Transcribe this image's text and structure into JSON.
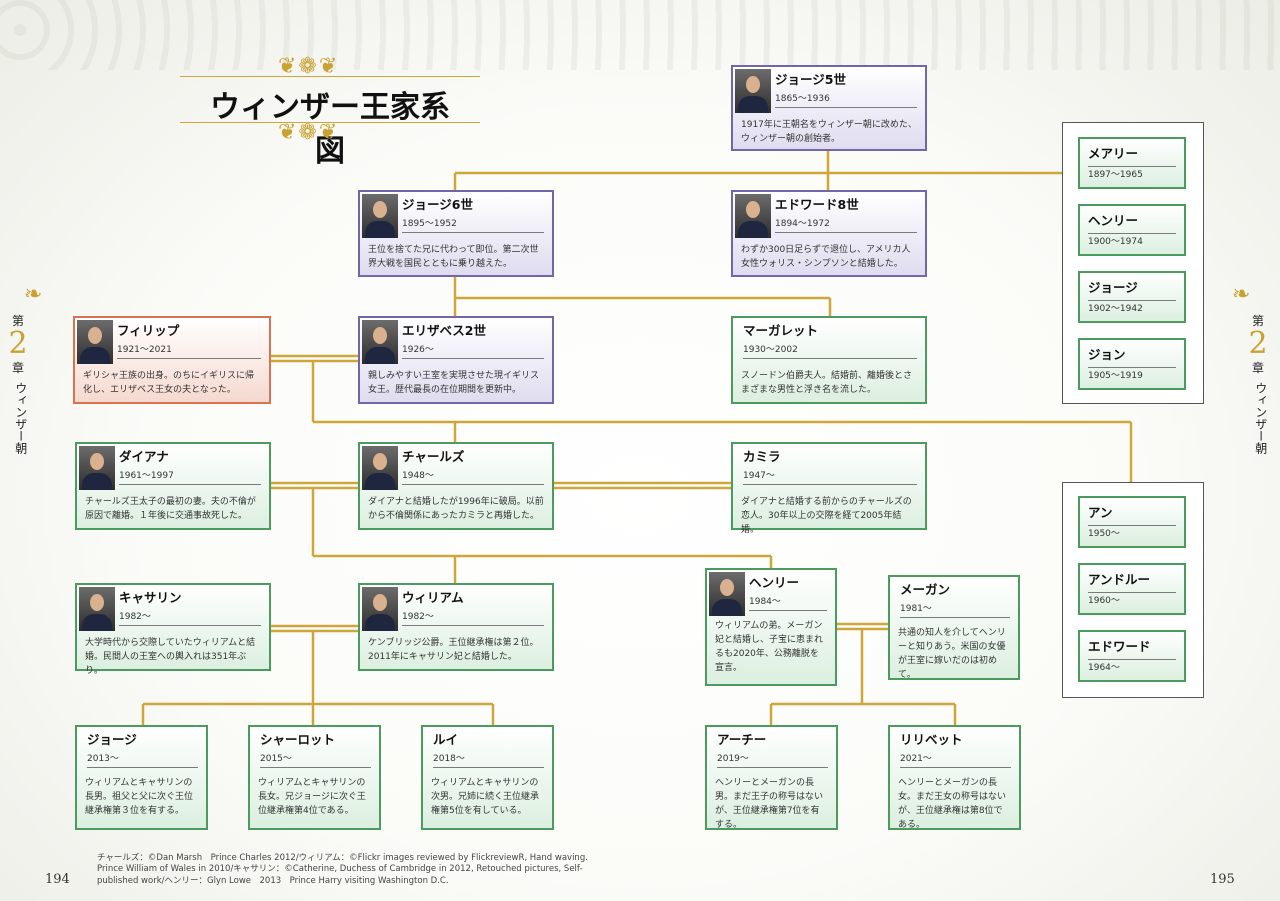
{
  "title": "ウィンザー王家系図",
  "chapter": {
    "prefix": "第",
    "number": "2",
    "suffix": "章",
    "name": "ウィンザー朝"
  },
  "page_left": "194",
  "page_right": "195",
  "credits": "チャールズ：©Dan Marsh　Prince Charles 2012/ウィリアム：©Flickr images reviewed by FlickreviewR, Hand waving. Prince William of Wales in 2010/キャサリン：©Catherine, Duchess of Cambridge in 2012, Retouched pictures, Self-published work/ヘンリー：Glyn Lowe　2013　Prince Harry visiting Washington D.C.",
  "colors": {
    "gold_line": "#cfa63a",
    "green_border": "#4b9a5e",
    "purple_border": "#7265a8",
    "peach_border": "#d7734f"
  },
  "people": {
    "george5": {
      "name": "ジョージ5世",
      "years": "1865〜1936",
      "desc": "1917年に王朝名をウィンザー朝に改めた、ウィンザー朝の創始者。"
    },
    "george6": {
      "name": "ジョージ6世",
      "years": "1895〜1952",
      "desc": "王位を捨てた兄に代わって即位。第二次世界大戦を国民とともに乗り越えた。"
    },
    "edward8": {
      "name": "エドワード8世",
      "years": "1894〜1972",
      "desc": "わずか300日足らずで退位し、アメリカ人女性ウォリス・シンプソンと結婚した。"
    },
    "philip": {
      "name": "フィリップ",
      "years": "1921〜2021",
      "desc": "ギリシャ王族の出身。のちにイギリスに帰化し、エリザベス王女の夫となった。"
    },
    "elizabeth2": {
      "name": "エリザベス2世",
      "years": "1926〜",
      "desc": "親しみやすい王室を実現させた現イギリス女王。歴代最長の在位期間を更新中。"
    },
    "margaret": {
      "name": "マーガレット",
      "years": "1930〜2002",
      "desc": "スノードン伯爵夫人。結婚前、離婚後とさまざまな男性と浮き名を流した。"
    },
    "diana": {
      "name": "ダイアナ",
      "years": "1961〜1997",
      "desc": "チャールズ王太子の最初の妻。夫の不倫が原因で離婚。１年後に交通事故死した。"
    },
    "charles": {
      "name": "チャールズ",
      "years": "1948〜",
      "desc": "ダイアナと結婚したが1996年に破局。以前から不倫関係にあったカミラと再婚した。"
    },
    "camilla": {
      "name": "カミラ",
      "years": "1947〜",
      "desc": "ダイアナと結婚する前からのチャールズの恋人。30年以上の交際を経て2005年結婚。"
    },
    "catherine": {
      "name": "キャサリン",
      "years": "1982〜",
      "desc": "大学時代から交際していたウィリアムと結婚。民間人の王室への輿入れは351年ぶり。"
    },
    "william": {
      "name": "ウィリアム",
      "years": "1982〜",
      "desc": "ケンブリッジ公爵。王位継承権は第２位。2011年にキャサリン妃と結婚した。"
    },
    "henry": {
      "name": "ヘンリー",
      "years": "1984〜",
      "desc": "ウィリアムの弟。メーガン妃と結婚し、子宝に恵まれるも2020年、公務離脱を宣言。"
    },
    "meghan": {
      "name": "メーガン",
      "years": "1981〜",
      "desc": "共通の知人を介してヘンリーと知りあう。米国の女優が王室に嫁いだのは初めて。"
    },
    "george": {
      "name": "ジョージ",
      "years": "2013〜",
      "desc": "ウィリアムとキャサリンの長男。祖父と父に次ぐ王位継承権第３位を有する。"
    },
    "charlotte": {
      "name": "シャーロット",
      "years": "2015〜",
      "desc": "ウィリアムとキャサリンの長女。兄ジョージに次ぐ王位継承権第4位である。"
    },
    "louis": {
      "name": "ルイ",
      "years": "2018〜",
      "desc": "ウィリアムとキャサリンの次男。兄姉に続く王位継承権第5位を有している。"
    },
    "archie": {
      "name": "アーチー",
      "years": "2019〜",
      "desc": "ヘンリーとメーガンの長男。まだ王子の称号はないが、王位継承権第7位を有する。"
    },
    "lilibet": {
      "name": "リリベット",
      "years": "2021〜",
      "desc": "ヘンリーとメーガンの長女。まだ王女の称号はないが、王位継承権は第8位である。"
    }
  },
  "siblings_george5": [
    {
      "name": "メアリー",
      "years": "1897〜1965"
    },
    {
      "name": "ヘンリー",
      "years": "1900〜1974"
    },
    {
      "name": "ジョージ",
      "years": "1902〜1942"
    },
    {
      "name": "ジョン",
      "years": "1905〜1919"
    }
  ],
  "siblings_charles": [
    {
      "name": "アン",
      "years": "1950〜"
    },
    {
      "name": "アンドルー",
      "years": "1960〜"
    },
    {
      "name": "エドワード",
      "years": "1964〜"
    }
  ]
}
